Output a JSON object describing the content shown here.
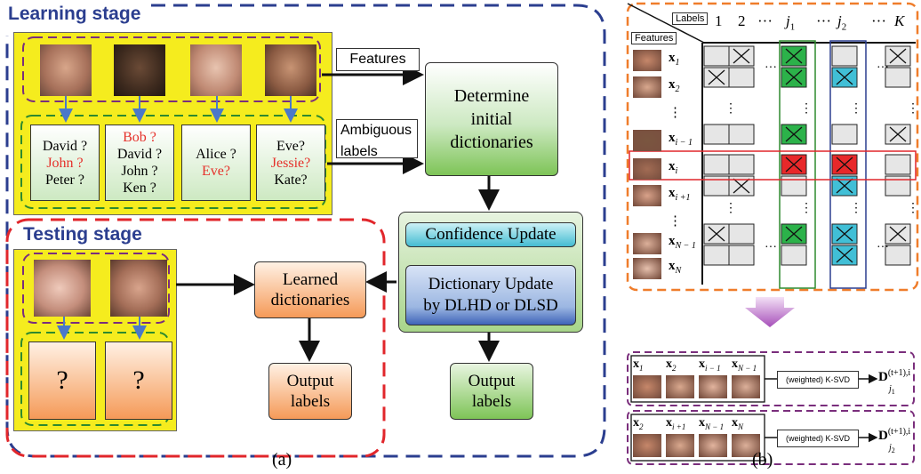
{
  "panel_a": {
    "learning_title": "Learning stage",
    "testing_title": "Testing stage",
    "features_label": "Features",
    "ambiguous_label_line1": "Ambiguous",
    "ambiguous_label_line2": "labels",
    "determine_line1": "Determine",
    "determine_line2": "initial",
    "determine_line3": "dictionaries",
    "confidence_update": "Confidence Update",
    "dictionary_update_line1": "Dictionary Update",
    "dictionary_update_line2": "by DLHD or DLSD",
    "learned_line1": "Learned",
    "learned_line2": "dictionaries",
    "output_line1": "Output",
    "output_line2": "labels",
    "unknown": "?",
    "caption": "(a)",
    "label_sets": [
      [
        {
          "name": "David ?",
          "red": false
        },
        {
          "name": "John ?",
          "red": true
        },
        {
          "name": "Peter ?",
          "red": false
        }
      ],
      [
        {
          "name": "Bob ?",
          "red": true
        },
        {
          "name": "David ?",
          "red": false
        },
        {
          "name": "John ?",
          "red": false
        },
        {
          "name": "Ken ?",
          "red": false
        }
      ],
      [
        {
          "name": "Alice ?",
          "red": false
        },
        {
          "name": "Eve?",
          "red": true
        }
      ],
      [
        {
          "name": "Eve?",
          "red": false
        },
        {
          "name": "Jessie?",
          "red": true
        },
        {
          "name": "Kate?",
          "red": false
        }
      ]
    ]
  },
  "panel_b": {
    "labels_header": "Labels",
    "features_header": "Features",
    "col_1": "1",
    "col_2": "2",
    "col_dots": "···",
    "col_j1": "j",
    "col_j1_sub": "1",
    "col_j2": "j",
    "col_j2_sub": "2",
    "col_K": "K",
    "rows": [
      {
        "label": "x",
        "sub": "1"
      },
      {
        "label": "x",
        "sub": "2"
      },
      {
        "label": "⋮",
        "sub": ""
      },
      {
        "label": "x",
        "sub": "i − 1"
      },
      {
        "label": "x",
        "sub": "i"
      },
      {
        "label": "x",
        "sub": "i +1"
      },
      {
        "label": "⋮",
        "sub": ""
      },
      {
        "label": "x",
        "sub": "N − 1"
      },
      {
        "label": "x",
        "sub": "N"
      }
    ],
    "ksvd_label": "(weighted) K-SVD",
    "dict1_base": "D",
    "dict1_sup": "(t+1),i",
    "dict1_sub": "j",
    "dict1_subsub": "1",
    "dict2_base": "D",
    "dict2_sup": "(t+1),i",
    "dict2_sub": "j",
    "dict2_subsub": "2",
    "group1": [
      {
        "l": "x",
        "s": "1"
      },
      {
        "l": "x",
        "s": "2"
      },
      {
        "l": "x",
        "s": "i − 1"
      },
      {
        "l": "x",
        "s": "N − 1"
      }
    ],
    "group2": [
      {
        "l": "x",
        "s": "2"
      },
      {
        "l": "x",
        "s": "i +1"
      },
      {
        "l": "x",
        "s": "N − 1"
      },
      {
        "l": "x",
        "s": "N"
      }
    ],
    "caption": "(b)"
  },
  "colors": {
    "learning_border": "#2b3e8f",
    "testing_border": "#e1262b",
    "yellow_bg": "#f5ec1e",
    "purple_dash": "#7a2e7c",
    "green_dash": "#2e8a2e",
    "orange_dash": "#ef7d2b",
    "green_cell": "#2cb24a",
    "cyan_cell": "#41bfd6",
    "red_cell": "#e8282a"
  }
}
